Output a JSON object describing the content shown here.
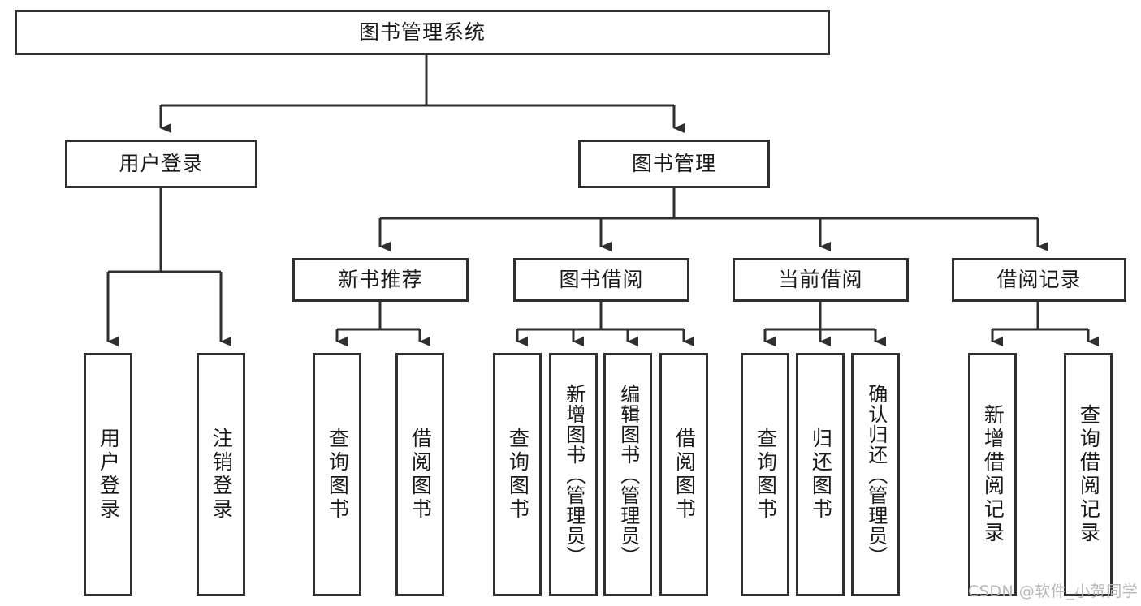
{
  "diagram": {
    "type": "tree-hierarchy",
    "title": "图书管理系统",
    "watermark": "CSDN @软件_小贺同学",
    "colors": {
      "box_border": "#2f2f2f",
      "box_fill": "#ffffff",
      "edge": "#2f2f2f",
      "text": "#1a1a1a",
      "watermark": "#b6b6b6"
    },
    "nodes": {
      "root": {
        "label": "图书管理系统"
      },
      "level1": [
        {
          "id": "user-login",
          "label": "用户登录"
        },
        {
          "id": "book-manage",
          "label": "图书管理"
        }
      ],
      "level2": [
        {
          "id": "new-book-recommend",
          "label": "新书推荐"
        },
        {
          "id": "book-borrow",
          "label": "图书借阅"
        },
        {
          "id": "current-borrow",
          "label": "当前借阅"
        },
        {
          "id": "borrow-record",
          "label": "借阅记录"
        }
      ],
      "leaves": {
        "user_login": [
          {
            "id": "leaf-user-login",
            "label": "用户登录"
          },
          {
            "id": "leaf-logout",
            "label": "注销登录"
          }
        ],
        "new_book_recommend": [
          {
            "id": "leaf-query-book-1",
            "label": "查询图书"
          },
          {
            "id": "leaf-borrow-book-1",
            "label": "借阅图书"
          }
        ],
        "book_borrow": [
          {
            "id": "leaf-query-book-2",
            "label": "查询图书"
          },
          {
            "id": "leaf-add-book",
            "label": "新增图书（管理员）"
          },
          {
            "id": "leaf-edit-book",
            "label": "编辑图书（管理员）"
          },
          {
            "id": "leaf-borrow-book-2",
            "label": "借阅图书"
          }
        ],
        "current_borrow": [
          {
            "id": "leaf-query-book-3",
            "label": "查询图书"
          },
          {
            "id": "leaf-return-book",
            "label": "归还图书"
          },
          {
            "id": "leaf-confirm-return",
            "label": "确认归还（管理员）"
          }
        ],
        "borrow_record": [
          {
            "id": "leaf-add-record",
            "label": "新增借阅记录"
          },
          {
            "id": "leaf-query-record",
            "label": "查询借阅记录"
          }
        ]
      }
    }
  }
}
